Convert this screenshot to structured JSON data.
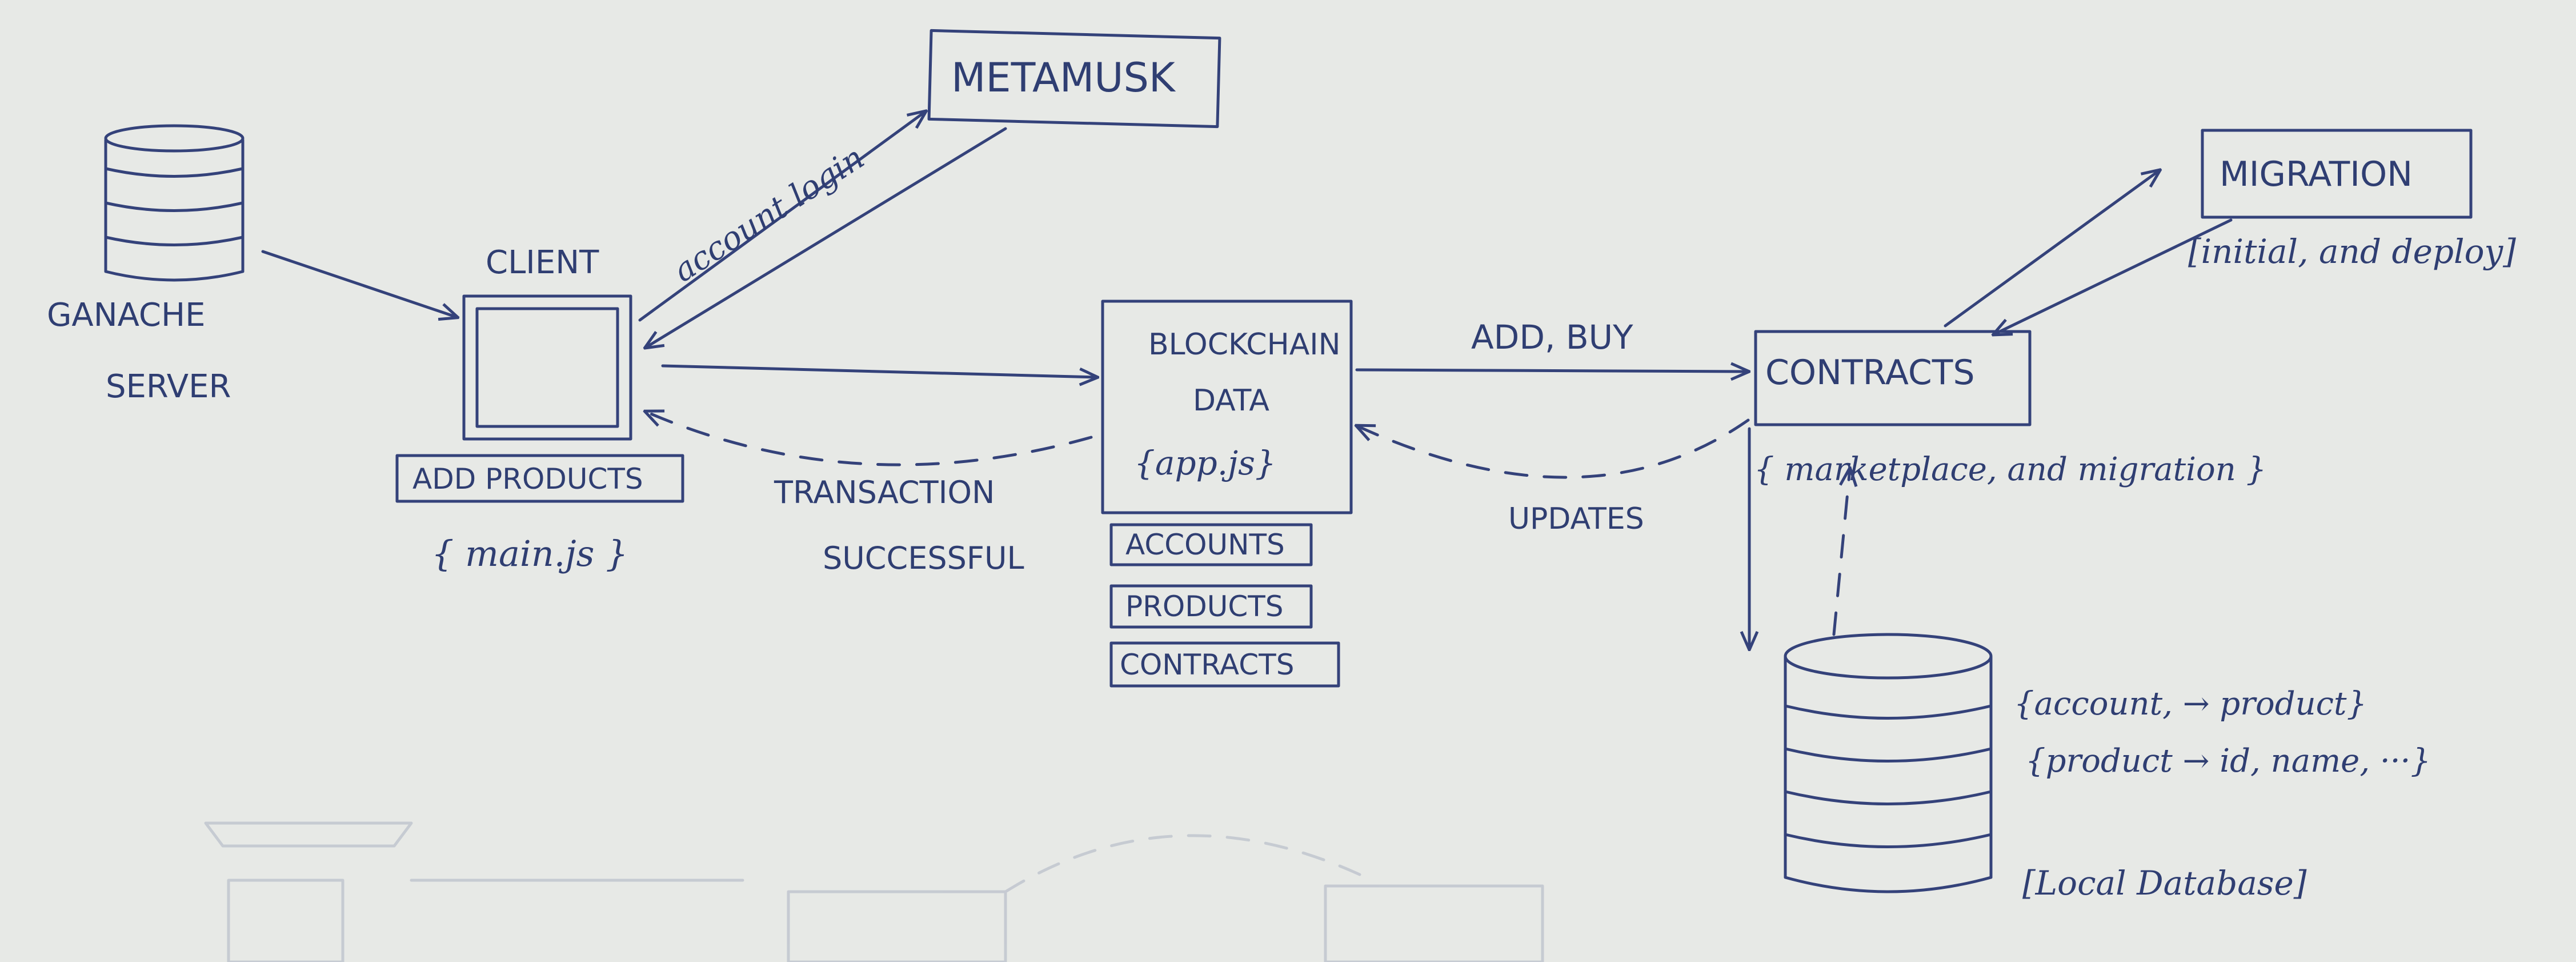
{
  "nodes": {
    "metamusk": "METAMUSK",
    "client": "CLIENT",
    "ganache": [
      "GANACHE",
      "SERVER"
    ],
    "blockchain": [
      "BLOCKCHAIN",
      "DATA"
    ],
    "contracts": "CONTRACTS",
    "migration": "MIGRATION"
  },
  "notes": {
    "client_box": "ADD PRODUCTS",
    "client_file": "{ main.js }",
    "blockchain_file": "{app.js}",
    "blockchain_items": [
      "ACCOUNTS",
      "PRODUCTS",
      "CONTRACTS"
    ],
    "contracts_files": "{ marketplace, and migration }",
    "migration_note": "[initial, and deploy]",
    "db_schema_1": "{account, → product}",
    "db_schema_2": "{product → id, name, ···}",
    "db_label": "[Local Database]"
  },
  "edges": {
    "account_login": "account login",
    "transaction": [
      "TRANSACTION",
      "SUCCESSFUL"
    ],
    "add_buy": "ADD, BUY",
    "updates": "UPDATES"
  },
  "colors": {
    "ink": "#2f3e72",
    "paper": "#e7e9e6"
  }
}
